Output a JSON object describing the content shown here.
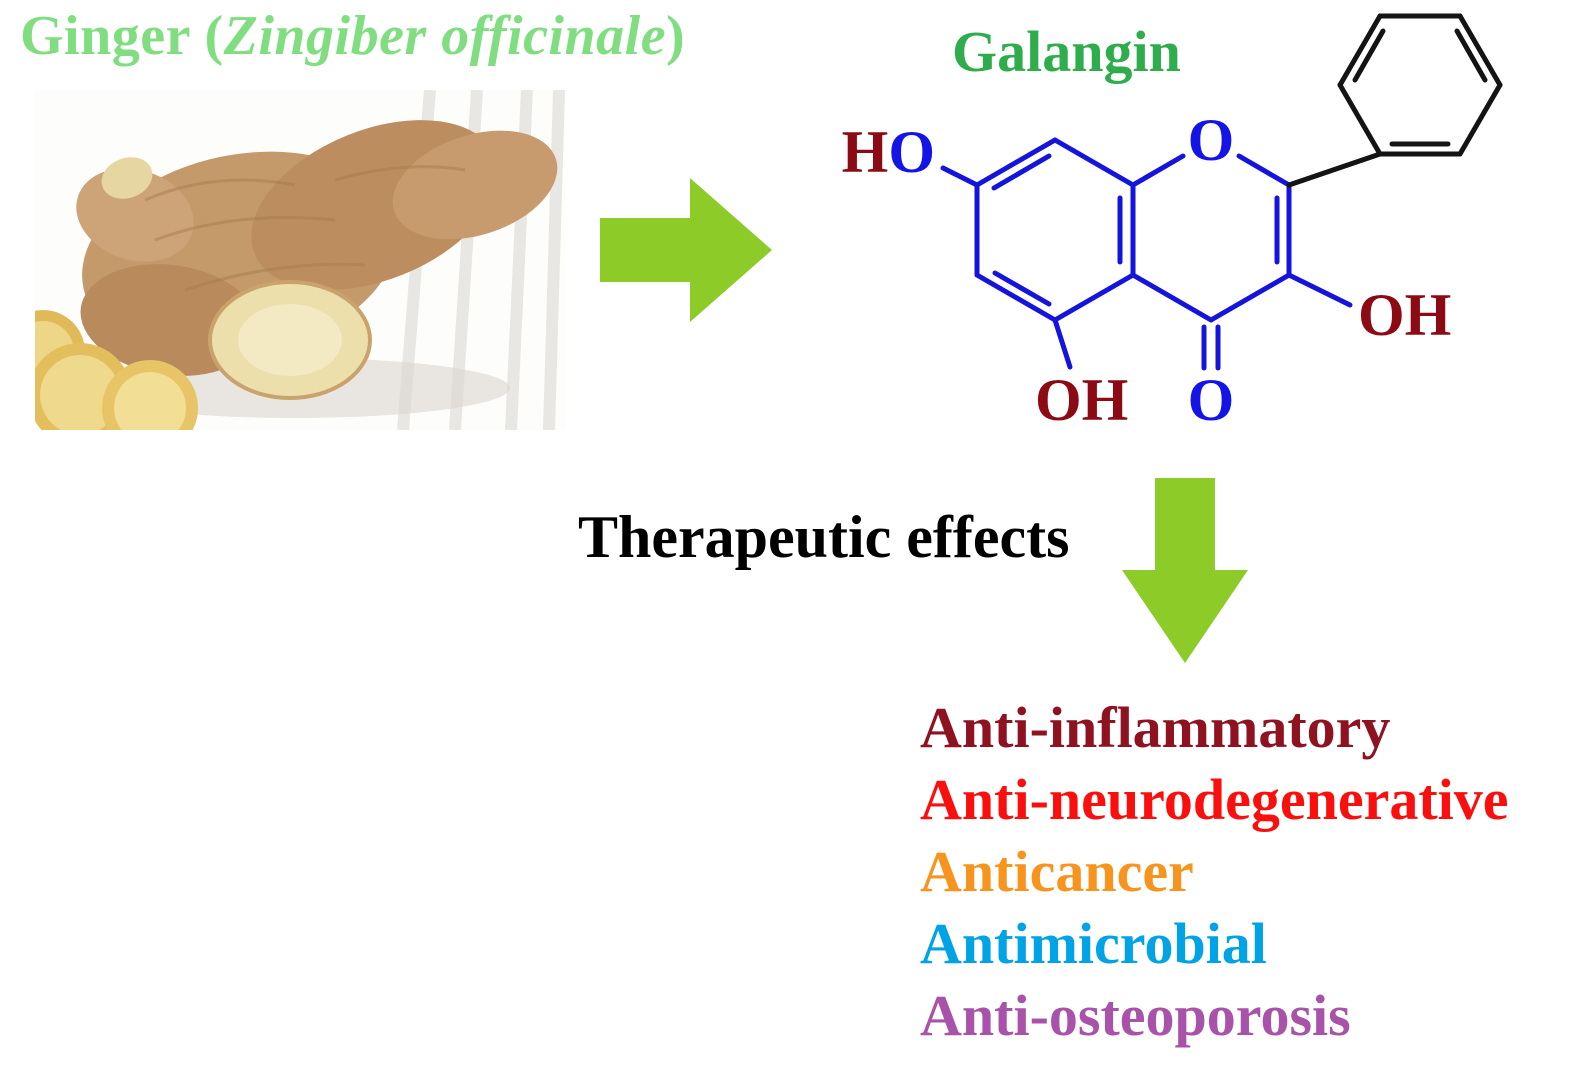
{
  "titles": {
    "ginger_prefix": "Ginger (",
    "ginger_species": "Zingiber officinale",
    "ginger_suffix": ")",
    "galangin": "Galangin",
    "therapeutic": "Therapeutic effects"
  },
  "structure": {
    "compound": "Galangin",
    "labels": {
      "ho7_h": "H",
      "ho7_o": "O",
      "o1": "O",
      "oh5": "OH",
      "o4": "O",
      "oh3": "OH"
    }
  },
  "effects": [
    {
      "label": "Anti-inflammatory",
      "color": "#8E1220"
    },
    {
      "label": "Anti-neurodegenerative",
      "color": "#F9100E"
    },
    {
      "label": "Anticancer",
      "color": "#F7941D"
    },
    {
      "label": "Antimicrobial",
      "color": "#00A3E6"
    },
    {
      "label": "Anti-osteoporosis",
      "color": "#A952A9"
    }
  ],
  "colors": {
    "ginger_title": "#80DE80",
    "galangin_title": "#2FAC4C",
    "arrow_green": "#8CCB28",
    "bond_blue": "#1414DC",
    "bond_black": "#141414",
    "oxygen_blue": "#1414E6",
    "hydroxyl_maroon": "#8B0A14"
  }
}
